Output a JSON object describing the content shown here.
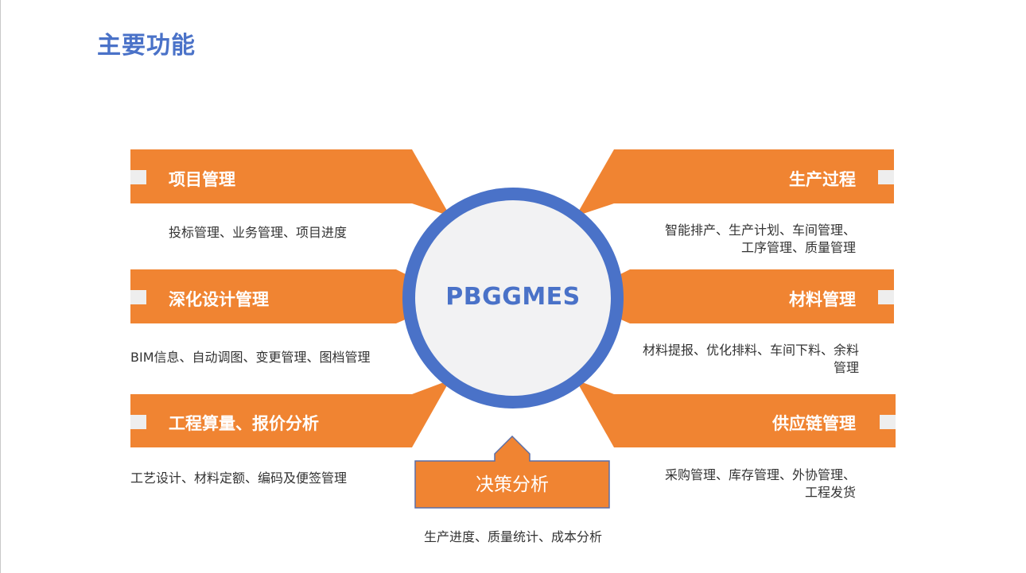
{
  "page": {
    "title": "主要功能"
  },
  "center": {
    "label": "PBGGMES"
  },
  "modules": {
    "project_mgmt": {
      "title": "项目管理",
      "desc": "投标管理、业务管理、项目进度"
    },
    "design_mgmt": {
      "title": "深化设计管理",
      "desc": "BIM信息、自动调图、变更管理、图档管理"
    },
    "quote_analysis": {
      "title": "工程算量、报价分析",
      "desc": "工艺设计、材料定额、编码及便签管理"
    },
    "production": {
      "title": "生产过程",
      "desc": "智能排产、生产计划、车间管理、工序管理、质量管理"
    },
    "material_mgmt": {
      "title": "材料管理",
      "desc": "材料提报、优化排料、车间下料、余料管理"
    },
    "supply_chain": {
      "title": "供应链管理",
      "desc": "采购管理、库存管理、外协管理、工程发货"
    }
  },
  "decision": {
    "title": "决策分析",
    "desc": "生产进度、质量统计、成本分析"
  },
  "colors": {
    "orange": "#f08432",
    "blue": "#4a72c8",
    "center_fill": "#f2f2f3",
    "tab_gray": "#eeeeee"
  }
}
